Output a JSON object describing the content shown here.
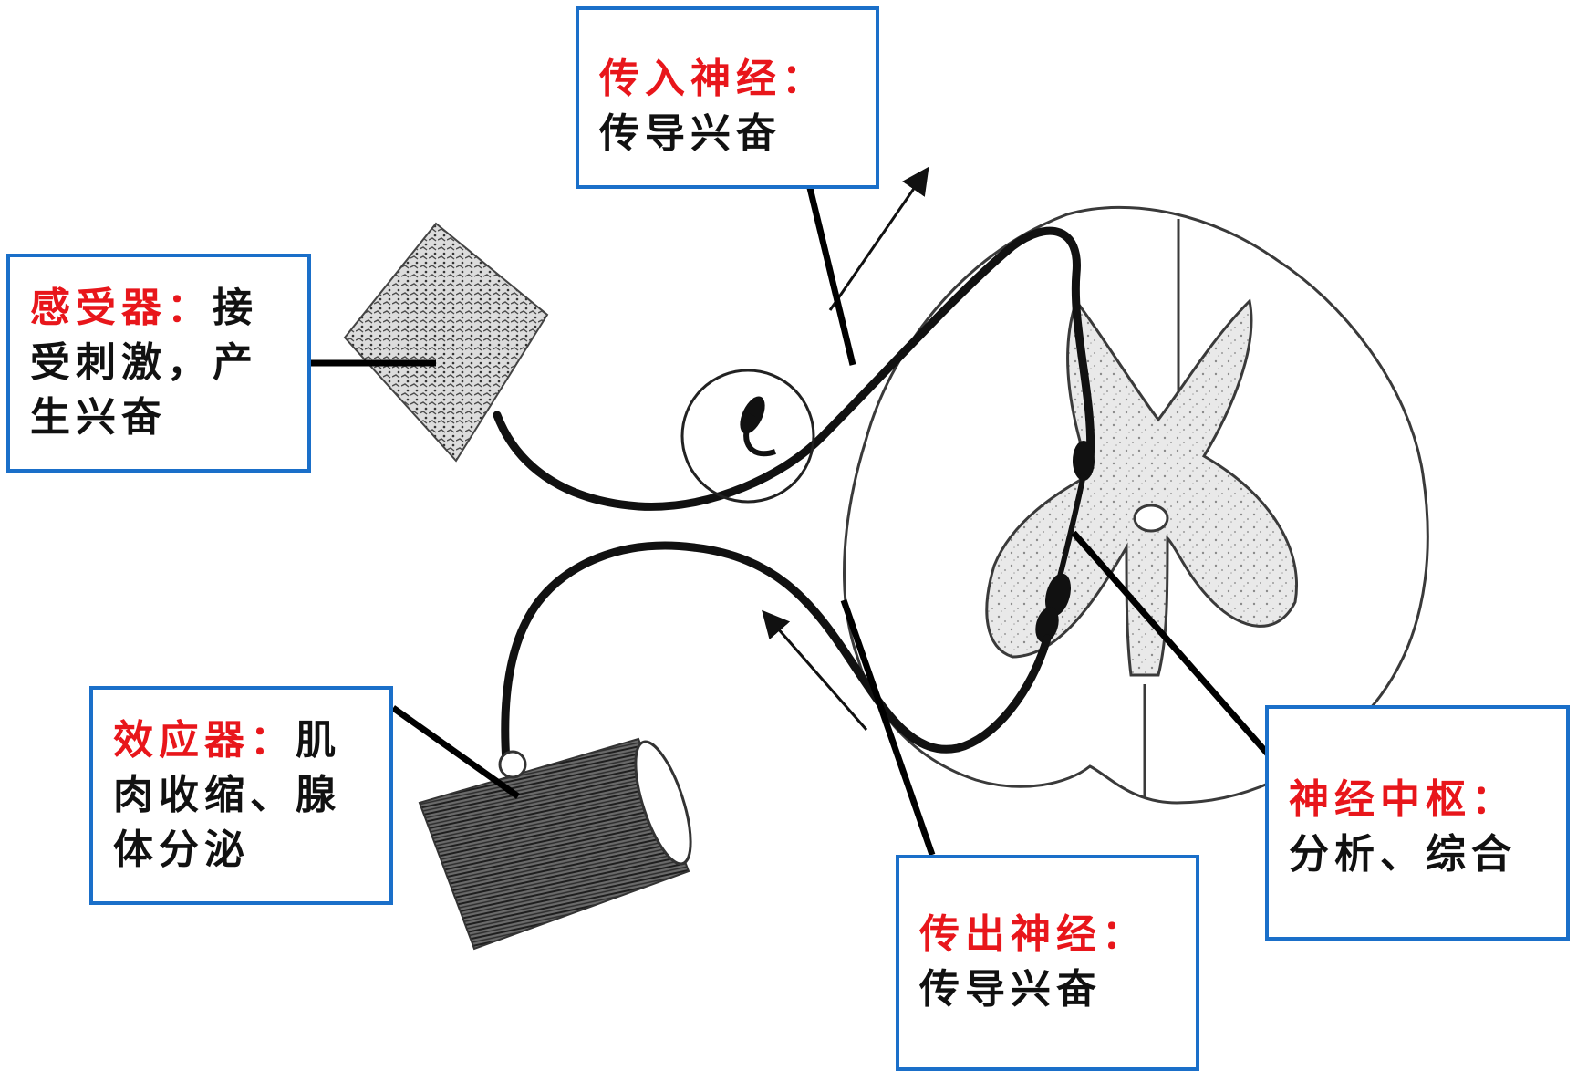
{
  "labels": {
    "afferent": {
      "term": "传入神经：",
      "desc": "传导兴奋"
    },
    "receptor": {
      "term": "感受器：",
      "desc": "接受刺激，产生兴奋"
    },
    "effector": {
      "term": "效应器：",
      "desc": "肌肉收缩、腺体分泌"
    },
    "efferent": {
      "term": "传出神经：",
      "desc": "传导兴奋"
    },
    "center": {
      "term": "神经中枢：",
      "desc": "分析、综合"
    }
  },
  "colors": {
    "term": "#e8161b",
    "border": "#1a6fc9",
    "text": "#111111"
  }
}
